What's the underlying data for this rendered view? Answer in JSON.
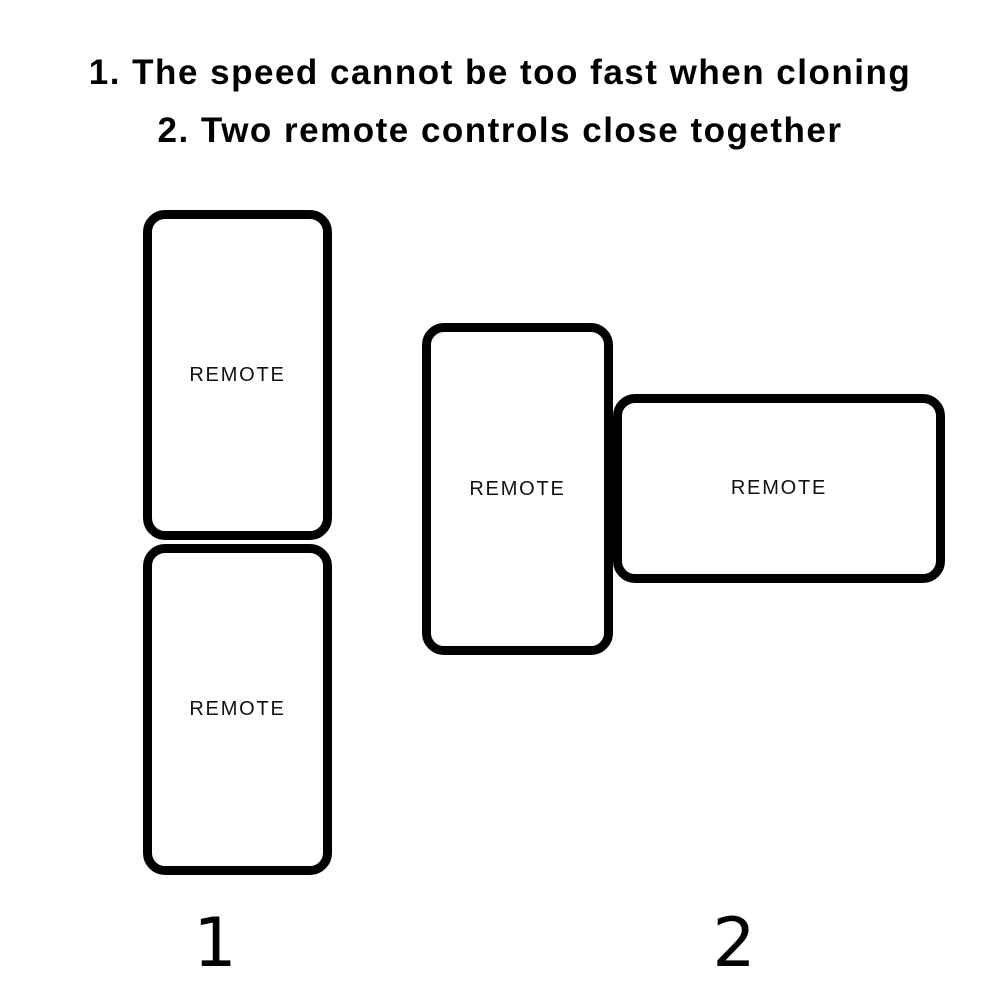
{
  "instructions": {
    "line1": "1. The speed cannot be too fast when cloning",
    "line2": "2. Two remote controls close together"
  },
  "figures": [
    {
      "number": "1",
      "description": "Two remote controls stacked vertically end to end",
      "remotes": [
        {
          "label": "REMOTE",
          "orientation": "vertical"
        },
        {
          "label": "REMOTE",
          "orientation": "vertical"
        }
      ]
    },
    {
      "number": "2",
      "description": "Two remote controls side by side, one vertical and one horizontal",
      "remotes": [
        {
          "label": "REMOTE",
          "orientation": "vertical"
        },
        {
          "label": "REMOTE",
          "orientation": "horizontal"
        }
      ]
    }
  ],
  "colors": {
    "ink": "#000000",
    "background": "#ffffff"
  }
}
